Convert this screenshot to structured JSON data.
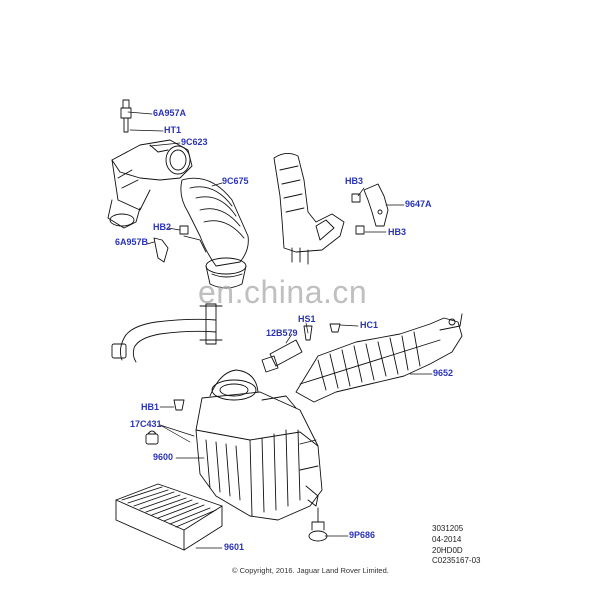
{
  "colors": {
    "callout": "#2a33b8",
    "line": "#111111",
    "watermark": "#aaaaaa"
  },
  "watermark": "en.china.cn",
  "parts": {
    "6A957A": "6A957A",
    "HT1": "HT1",
    "9C623": "9C623",
    "9C675": "9C675",
    "HB2": "HB2",
    "6A957B": "6A957B",
    "HB3_top": "HB3",
    "9647A": "9647A",
    "HB3_bottom": "HB3",
    "HS1": "HS1",
    "12B579": "12B579",
    "HC1": "HC1",
    "9652": "9652",
    "HB1": "HB1",
    "17C431": "17C431",
    "9600": "9600",
    "9601": "9601",
    "9P686": "9P686"
  },
  "illustration_info": {
    "code": "3031205",
    "date": "04-2014",
    "model": "20HD0D",
    "ref": "C0235167-03"
  },
  "copyright": "© Copyright, 2016. Jaguar Land Rover Limited."
}
